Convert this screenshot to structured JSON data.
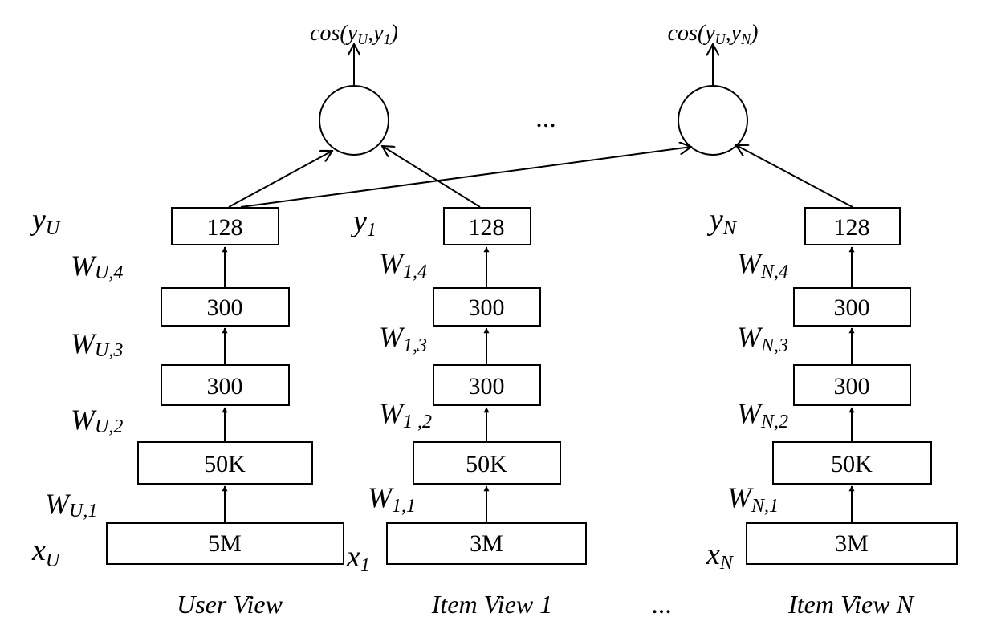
{
  "columns": [
    {
      "key": "user",
      "view_label": "User View",
      "layers": [
        "5M",
        "50K",
        "300",
        "300",
        "128"
      ],
      "input": {
        "base": "x",
        "sub": "U"
      },
      "output": {
        "base": "y",
        "sub": "U"
      },
      "weights": [
        {
          "base": "W",
          "sub": "U,1"
        },
        {
          "base": "W",
          "sub": "U,2"
        },
        {
          "base": "W",
          "sub": "U,3"
        },
        {
          "base": "W",
          "sub": "U,4"
        }
      ]
    },
    {
      "key": "item1",
      "view_label": "Item View 1",
      "layers": [
        "3M",
        "50K",
        "300",
        "300",
        "128"
      ],
      "input": {
        "base": "x",
        "sub": "1"
      },
      "output": {
        "base": "y",
        "sub": "1"
      },
      "weights": [
        {
          "base": "W",
          "sub": "1,1"
        },
        {
          "base": "W",
          "sub": "1 ,2"
        },
        {
          "base": "W",
          "sub": "1,3"
        },
        {
          "base": "W",
          "sub": "1,4"
        }
      ]
    },
    {
      "key": "itemN",
      "view_label": "Item View N",
      "layers": [
        "3M",
        "50K",
        "300",
        "300",
        "128"
      ],
      "input": {
        "base": "x",
        "sub": "N"
      },
      "output": {
        "base": "y",
        "sub": "N"
      },
      "weights": [
        {
          "base": "W",
          "sub": "N,1"
        },
        {
          "base": "W",
          "sub": "N,2"
        },
        {
          "base": "W",
          "sub": "N,3"
        },
        {
          "base": "W",
          "sub": "N,4"
        }
      ]
    }
  ],
  "similarity_nodes": [
    {
      "key": "cos1",
      "prefix": "cos(",
      "a_base": "y",
      "a_sub": "U",
      "sep": ",",
      "b_base": "y",
      "b_sub": "1",
      "suffix": ")"
    },
    {
      "key": "cosN",
      "prefix": "cos(",
      "a_base": "y",
      "a_sub": "U",
      "sep": ",",
      "b_base": "y",
      "b_sub": "N",
      "suffix": ")"
    }
  ],
  "ellipsis": "..."
}
